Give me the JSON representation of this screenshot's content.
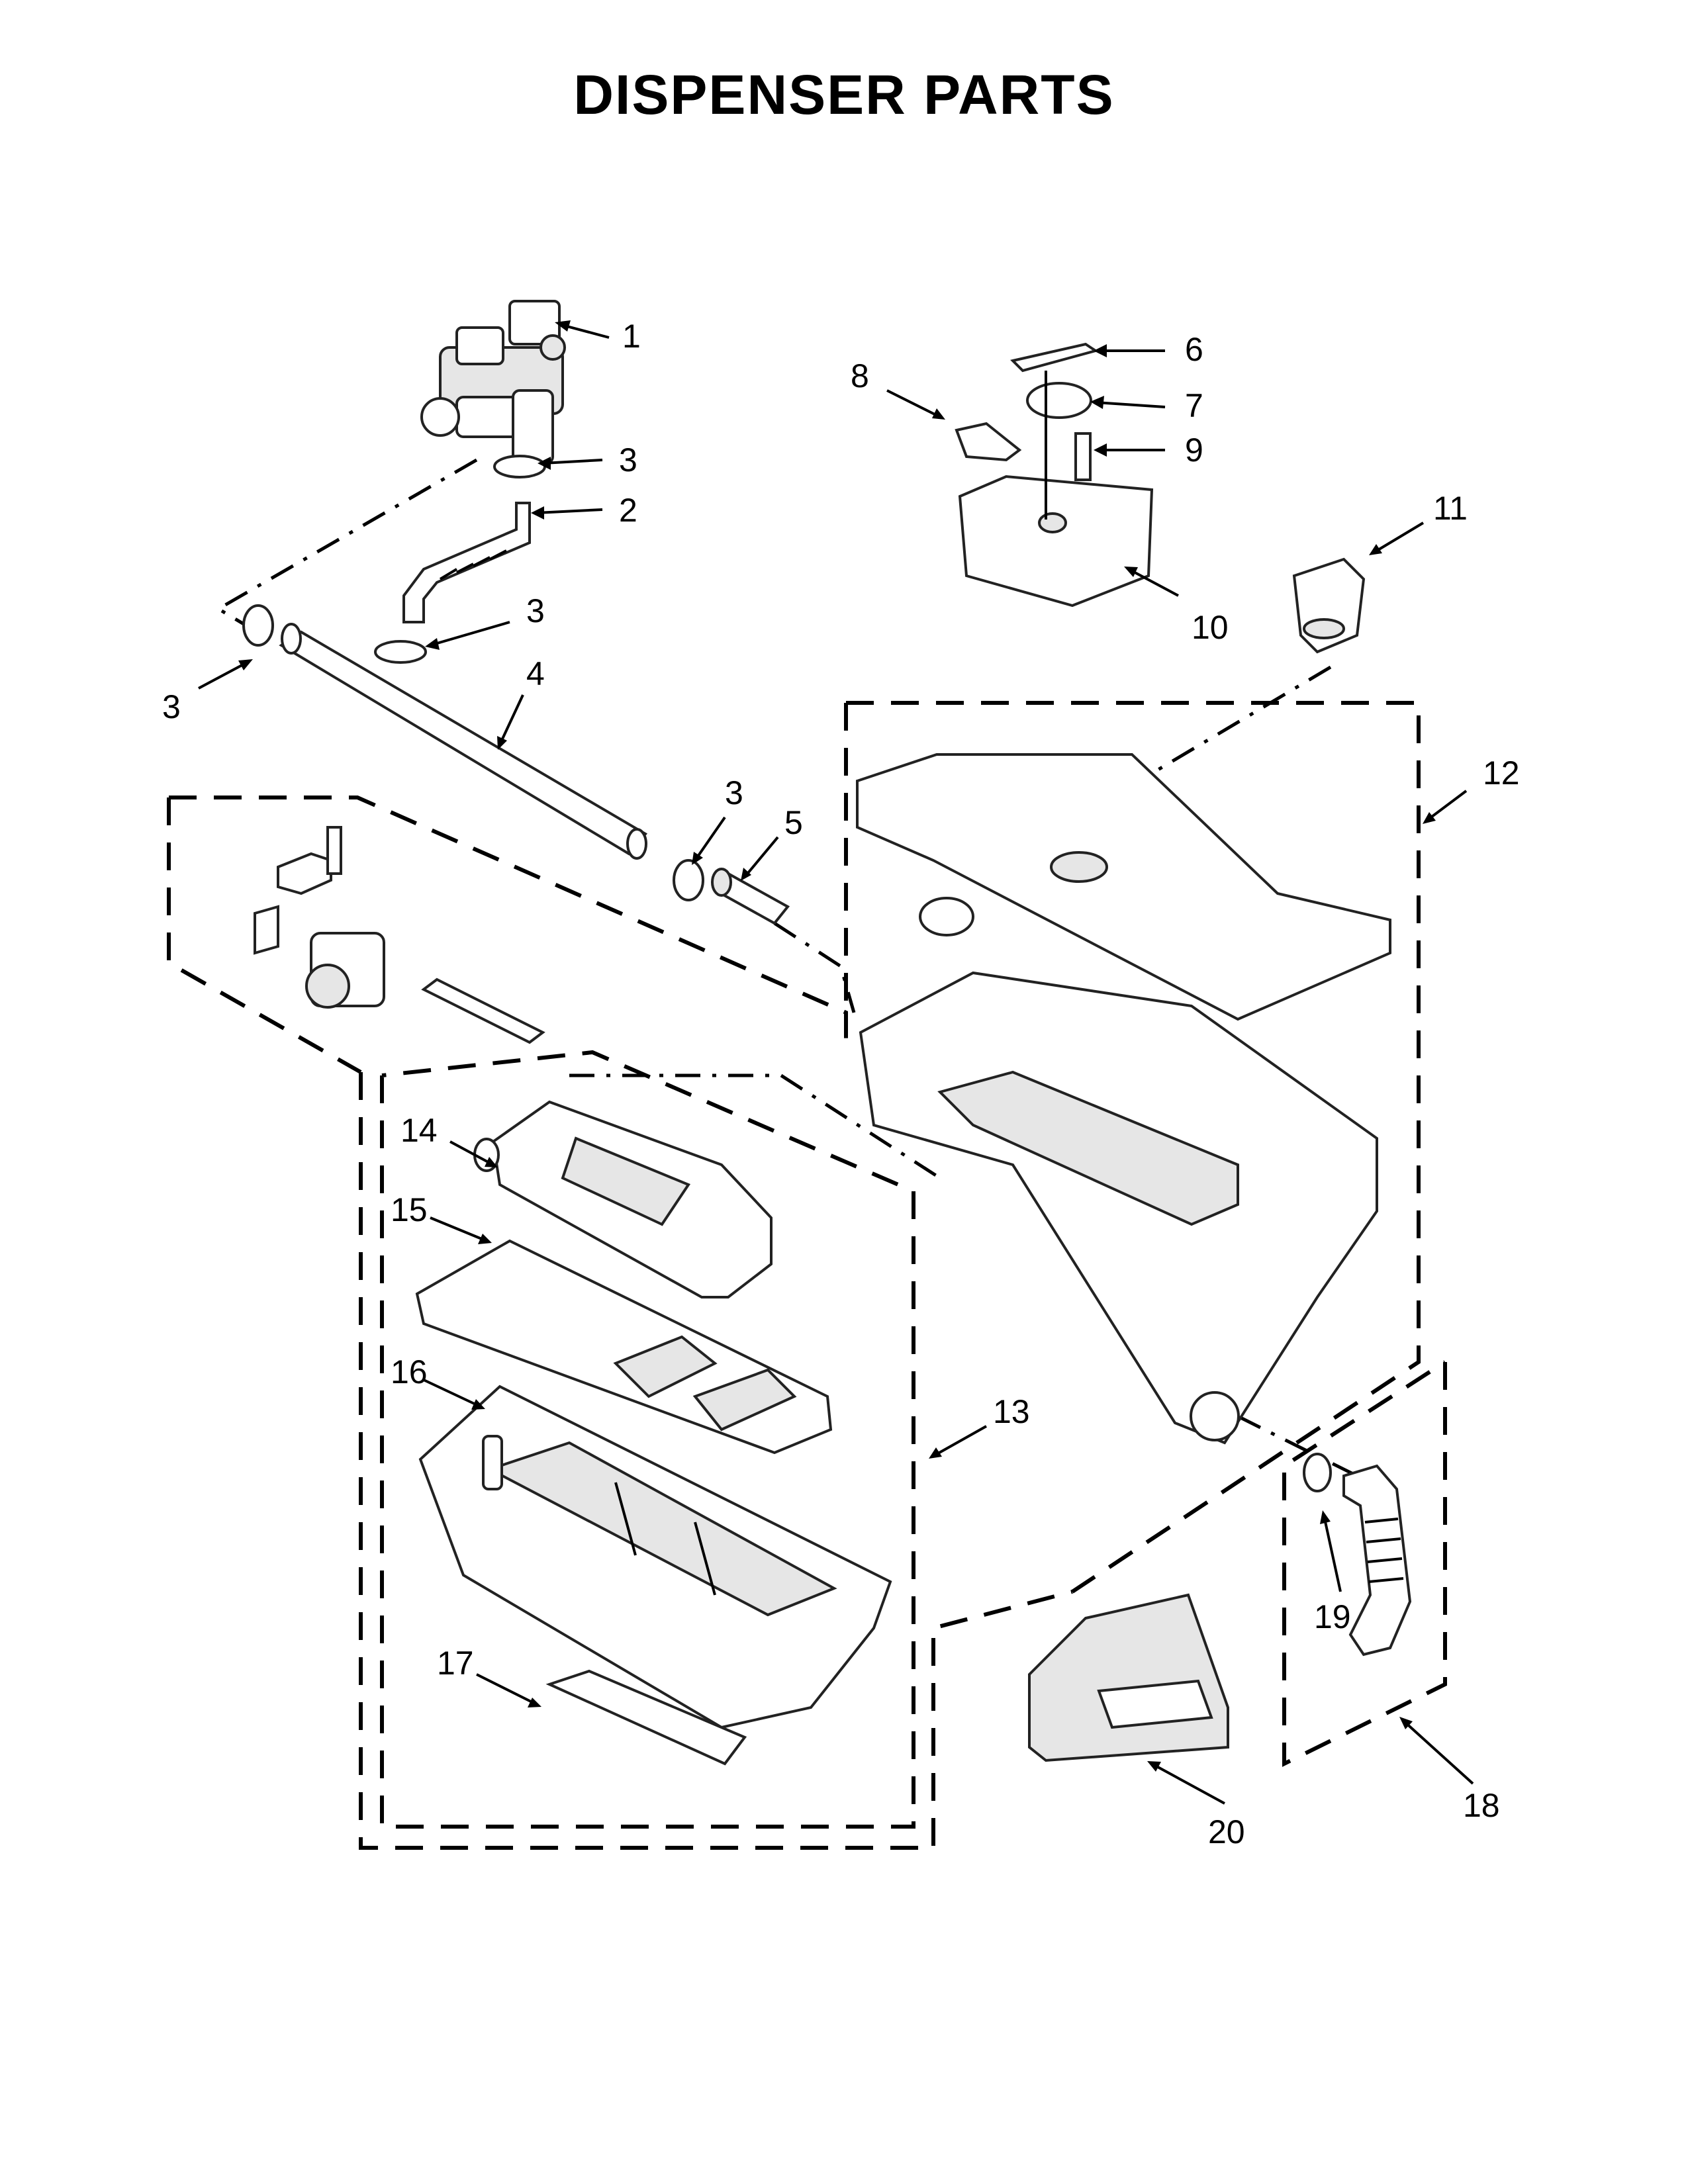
{
  "title": "DISPENSER PARTS",
  "callouts": {
    "c1": "1",
    "c2": "2",
    "c3a": "3",
    "c3b": "3",
    "c3c": "3",
    "c3d": "3",
    "c4": "4",
    "c5": "5",
    "c6": "6",
    "c7": "7",
    "c8": "8",
    "c9": "9",
    "c10": "10",
    "c11": "11",
    "c12": "12",
    "c13": "13",
    "c14": "14",
    "c15": "15",
    "c16": "16",
    "c17": "17",
    "c18": "18",
    "c19": "19",
    "c20": "20"
  },
  "colors": {
    "line": "#000000",
    "shade": "#e6e6e6",
    "background": "#ffffff"
  }
}
